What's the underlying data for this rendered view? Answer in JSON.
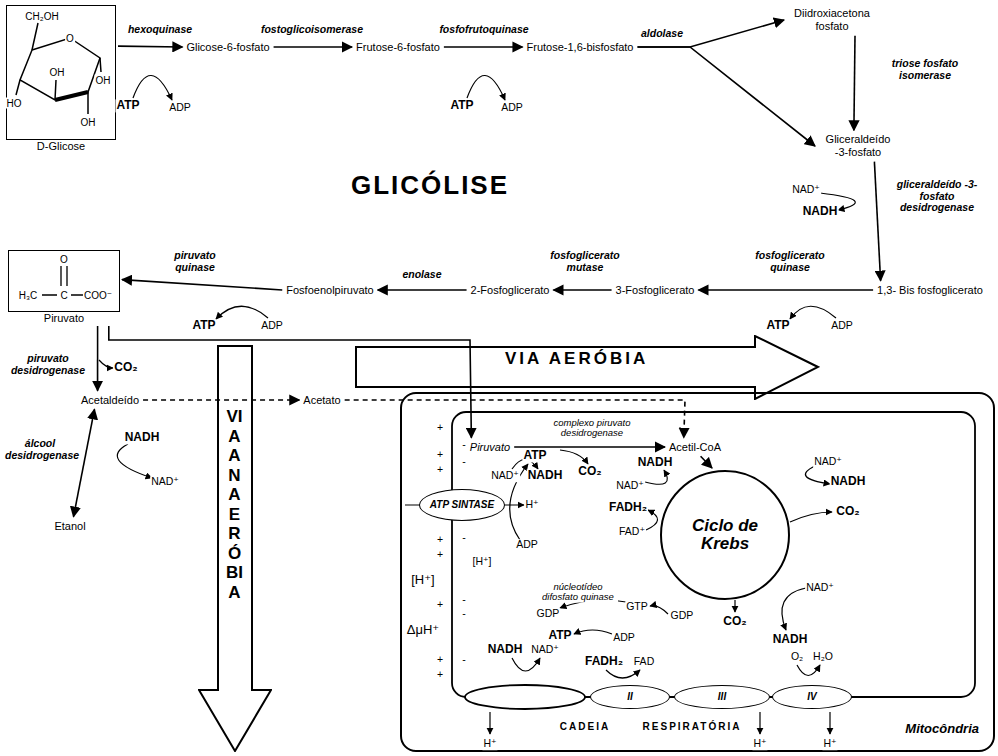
{
  "diagram": {
    "title": "GLICÓLISE",
    "nodes": [
      {
        "text": [
          "D-Glicose"
        ]
      },
      {
        "text": [
          "Glicose-6-fosfato"
        ]
      },
      {
        "text": [
          "Frutose-6-fosfato"
        ]
      },
      {
        "text": [
          "Frutose-1,6-bisfosfato"
        ]
      },
      {
        "text": [
          "Diidroxiacetona fosfato"
        ]
      },
      {
        "text": [
          "Gliceraldeído -3-fosfato"
        ]
      },
      {
        "text": [
          "1,3- Bis fosfoglicerato"
        ]
      },
      {
        "text": [
          "3-Fosfoglicerato"
        ]
      },
      {
        "text": [
          "2-Fosfoglicerato"
        ]
      },
      {
        "text": [
          "Fosfoenolpiruvato"
        ]
      },
      {
        "text": [
          "Piruvato"
        ]
      },
      {
        "text": [
          "Acetaldeído"
        ]
      },
      {
        "text": [
          "Etanol"
        ]
      },
      {
        "text": [
          "Acetato"
        ]
      },
      {
        "text": [
          "VIA AERÓBIA"
        ]
      },
      {
        "text": [
          "VIA ANAERÓBIA"
        ]
      },
      {
        "text": [
          "Mitocôndria"
        ]
      },
      {
        "text": [
          "Piruvato"
        ],
        "in": 16
      },
      {
        "text": [
          "Acetil-CoA"
        ],
        "in": 16
      },
      {
        "text": [
          "Ciclo de Krebs"
        ],
        "in": 16
      },
      {
        "text": [
          "ATP SINTASE"
        ],
        "in": 16
      },
      {
        "text": [
          "II"
        ],
        "in": 16
      },
      {
        "text": [
          "III"
        ],
        "in": 16
      },
      {
        "text": [
          "IV"
        ],
        "in": 16
      }
    ],
    "edges": [
      {
        "from": 0,
        "to": 1,
        "arrow": "to",
        "label": "hexoquinase"
      },
      {
        "from": 1,
        "to": 2,
        "arrow": "to",
        "label": "fostoglicoisomerase"
      },
      {
        "from": 2,
        "to": 3,
        "arrow": "to",
        "label": "fosfofrutoquinase"
      },
      {
        "from": 3,
        "to": 4,
        "arrow": "to",
        "label": "aldolase"
      },
      {
        "from": 3,
        "to": 5,
        "arrow": "to"
      },
      {
        "from": 4,
        "to": 5,
        "arrow": "to",
        "label": "triose fosfato isomerase"
      },
      {
        "from": 5,
        "to": 6,
        "arrow": "to",
        "label": "gliceraldeído -3-fosfato desidrogenase"
      },
      {
        "from": 6,
        "to": 7,
        "arrow": "to",
        "label": "fosfoglicerato quinase"
      },
      {
        "from": 7,
        "to": 8,
        "arrow": "to",
        "label": "fosfoglicerato mutase"
      },
      {
        "from": 8,
        "to": 9,
        "arrow": "to",
        "label": "enolase"
      },
      {
        "from": 9,
        "to": 10,
        "arrow": "to",
        "label": "piruvato quinase"
      },
      {
        "from": 10,
        "to": 11,
        "arrow": "to",
        "label": "piruvato desidrogenase"
      },
      {
        "from": 11,
        "to": 12,
        "arrow": "both",
        "label": "álcool desidrogenase"
      },
      {
        "from": 11,
        "to": 13,
        "arrow": "to"
      },
      {
        "from": 13,
        "to": 18,
        "arrow": "to"
      },
      {
        "from": 10,
        "to": 17,
        "arrow": "to"
      },
      {
        "from": 17,
        "to": 18,
        "arrow": "to",
        "label": "complexo piruvato desidrogenase"
      },
      {
        "from": 18,
        "to": 19,
        "arrow": "to"
      }
    ],
    "labels": [
      "CH₂OH",
      "O",
      "OH",
      "OH",
      "HO",
      "OH",
      "ATP",
      "ADP",
      "ATP",
      "ADP",
      "NAD⁺",
      "NADH",
      "ATP",
      "ADP",
      "ATP",
      "ADP",
      "O",
      "H₃C",
      "C",
      "COO⁻",
      "CO₂",
      "NADH",
      "NAD⁺",
      "NAD⁺",
      "NADH",
      "CO₂",
      "NADH",
      "NAD⁺",
      "NAD⁺",
      "NADH",
      "FADH₂",
      "FAD⁺",
      "CO₂",
      "NAD⁺",
      "CO₂",
      "NADH",
      "GTP",
      "GDP",
      "núcleotídeo difosfato quinase",
      "GDP",
      "ATP",
      "ADP",
      "ATP",
      "H⁺",
      "ADP",
      "[H⁺]",
      "[H⁺]",
      "ΔμH⁺",
      "NADH",
      "NAD⁺",
      "FADH₂",
      "FAD",
      "O₂",
      "H₂O",
      "CADEIA",
      "RESPIRATÓRIA",
      "H⁺",
      "H⁺",
      "H⁺",
      "+",
      "+",
      "+",
      "+",
      "+",
      "+",
      "+",
      "+",
      "-",
      "-",
      "-",
      "-",
      "-",
      "-"
    ]
  }
}
